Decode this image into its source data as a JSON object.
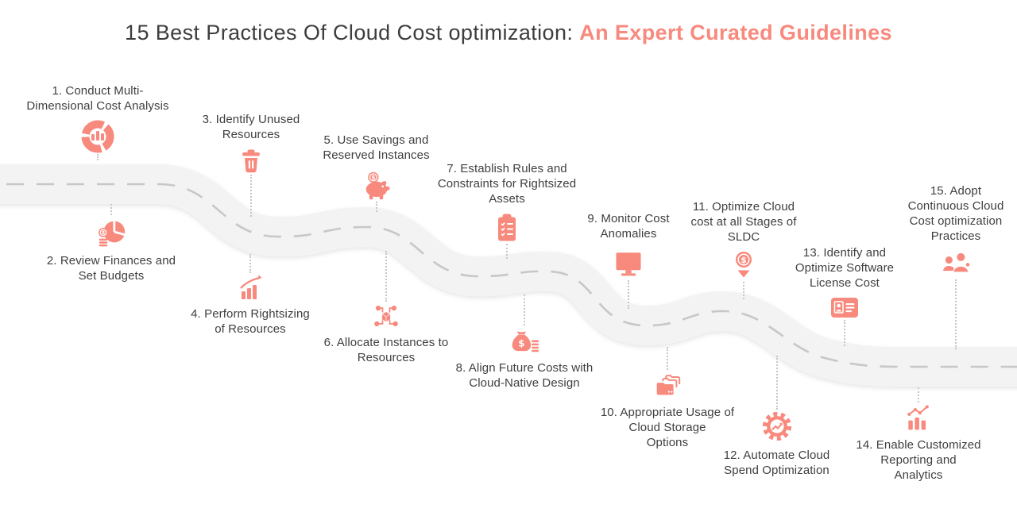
{
  "title": {
    "main": "15 Best Practices Of Cloud Cost optimization: ",
    "accent": "An Expert Curated Guidelines"
  },
  "colors": {
    "accent_salmon": "#f8897d",
    "title_text": "#3d3d3d",
    "label_text": "#3f3f3f",
    "road_fill": "#f3f3f3",
    "road_dash": "#c7c7c7",
    "connector_dots": "#c6c6c6"
  },
  "items": [
    {
      "number": "1",
      "label": "1.  Conduct Multi-\nDimensional Cost Analysis",
      "icon": "donut-chart-icon"
    },
    {
      "number": "2",
      "label": "2.  Review Finances and\nSet Budgets",
      "icon": "pie-chart-coins-icon"
    },
    {
      "number": "3",
      "label": "3.  Identify Unused\nResources",
      "icon": "trash-icon"
    },
    {
      "number": "4",
      "label": "4.  Perform Rightsizing\nof Resources",
      "icon": "growth-chart-icon"
    },
    {
      "number": "5",
      "label": "5.  Use Savings and\nReserved Instances",
      "icon": "piggy-bank-icon"
    },
    {
      "number": "6",
      "label": "6.  Allocate Instances to\nResources",
      "icon": "cube-network-icon"
    },
    {
      "number": "7",
      "label": "7.  Establish Rules and\nConstraints for Rightsized\nAssets",
      "icon": "clipboard-checklist-icon"
    },
    {
      "number": "8",
      "label": "8.  Align Future Costs with\nCloud-Native Design",
      "icon": "money-bag-icon"
    },
    {
      "number": "9",
      "label": "9.  Monitor Cost\nAnomalies",
      "icon": "monitor-icon"
    },
    {
      "number": "10",
      "label": "10.  Appropriate Usage of\nCloud Storage\nOptions",
      "icon": "folders-stack-icon"
    },
    {
      "number": "11",
      "label": "11. Optimize Cloud\ncost at all Stages of\nSLDC",
      "icon": "dollar-down-arrow-icon"
    },
    {
      "number": "12",
      "label": "12. Automate Cloud\nSpend Optimization",
      "icon": "gear-automation-icon"
    },
    {
      "number": "13",
      "label": "13. Identify and\nOptimize Software\nLicense Cost",
      "icon": "license-card-icon"
    },
    {
      "number": "14",
      "label": "14.  Enable Customized\nReporting and\nAnalytics",
      "icon": "analytics-bars-icon"
    },
    {
      "number": "15",
      "label": "15. Adopt\nContinuous Cloud\nCost optimization\nPractices",
      "icon": "team-people-icon"
    }
  ]
}
